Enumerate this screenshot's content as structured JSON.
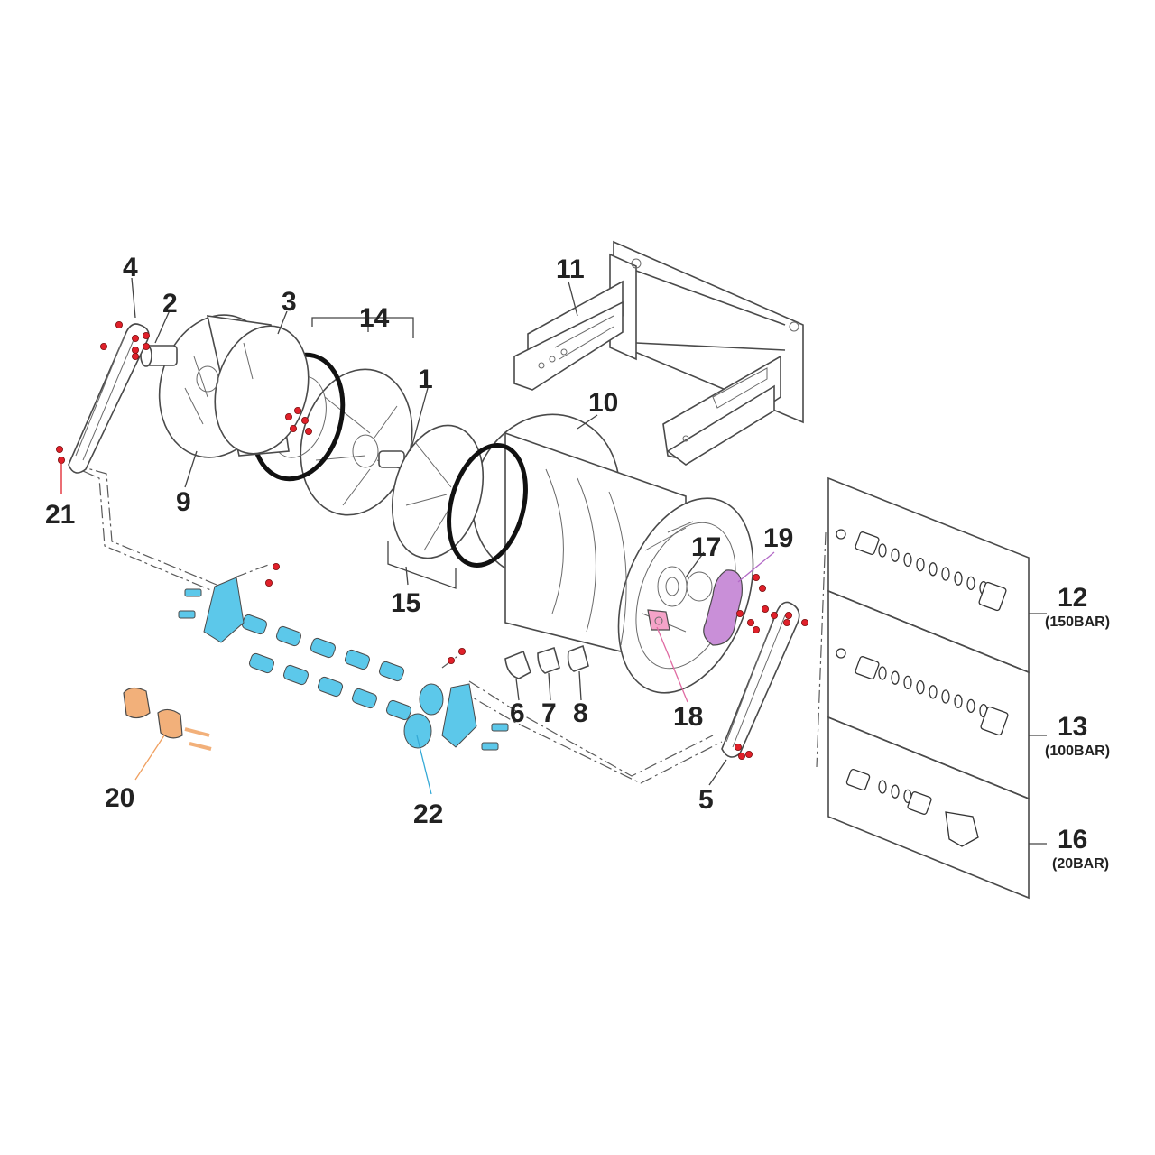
{
  "colors": {
    "bolt_red": "#e0202a",
    "shaft_blue": "#5cc8ea",
    "clamp_orange": "#f2b07a",
    "plate_purple": "#c98fd8",
    "pawl_pink": "#f5a3c8",
    "line": "#4a4a4a"
  },
  "callouts": {
    "c1": "1",
    "c2": "2",
    "c3": "3",
    "c4": "4",
    "c5": "5",
    "c6": "6",
    "c7": "7",
    "c8": "8",
    "c9": "9",
    "c10": "10",
    "c11": "11",
    "c12": "12",
    "c13": "13",
    "c14": "14",
    "c15": "15",
    "c16": "16",
    "c17": "17",
    "c18": "18",
    "c19": "19",
    "c20": "20",
    "c21": "21",
    "c22": "22"
  },
  "kits": {
    "k12_rating": "(150BAR)",
    "k13_rating": "(100BAR)",
    "k16_rating": "(20BAR)"
  }
}
